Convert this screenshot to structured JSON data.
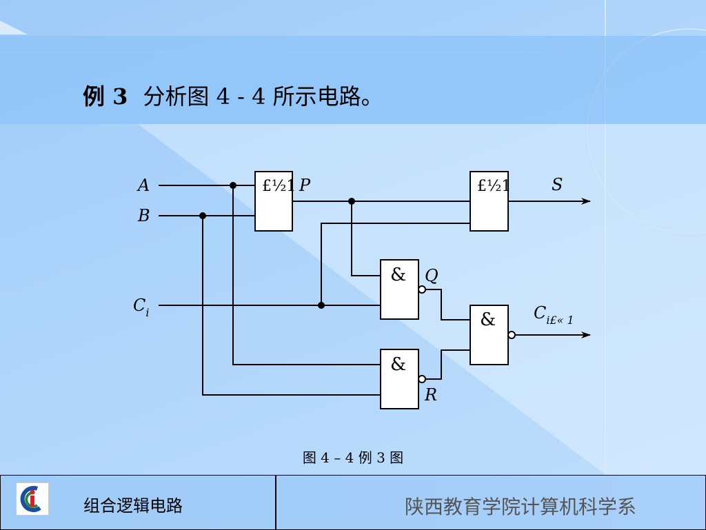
{
  "slide": {
    "example_number": "例 3",
    "example_text": "分析图 4 - 4 所示电路。"
  },
  "diagram": {
    "inputs": {
      "a": "A",
      "b": "B",
      "ci_base": "C",
      "ci_sub": "i"
    },
    "gate_labels": {
      "xor1": "£½1",
      "xor2": "£½1",
      "nand_q": "&",
      "nand_r": "&",
      "nand_out": "&"
    },
    "signals": {
      "p": "P",
      "q": "Q",
      "r": "R",
      "s": "S",
      "co_base": "C",
      "co_sub": "i£« 1"
    },
    "caption": "图 4 – 4  例 3 图"
  },
  "footer": {
    "left_title": "组合逻辑电路",
    "right_title": "陕西教育学院计算机科学系"
  },
  "colors": {
    "title_band": "#8cc3f8",
    "footer_right_text": "#555555"
  }
}
